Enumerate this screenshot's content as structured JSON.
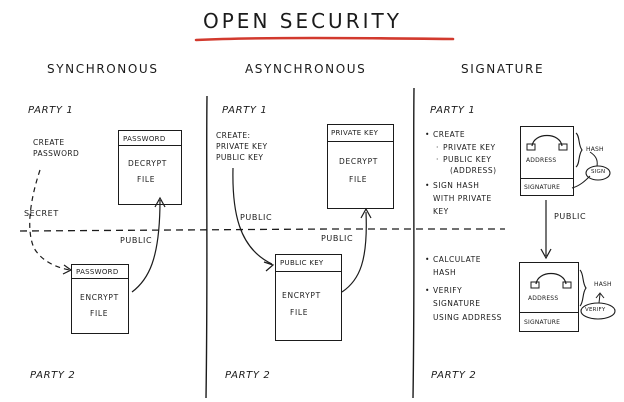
{
  "title": "OPEN SECURITY",
  "columns": {
    "synchronous": {
      "heading": "SYNCHRONOUS",
      "party1": "PARTY 1",
      "party2": "PARTY 2",
      "note_create": [
        "CREATE",
        "PASSWORD"
      ],
      "secret_label": "SECRET",
      "public_label": "PUBLIC",
      "decrypt_box": {
        "header": "PASSWORD",
        "line1": "DECRYPT",
        "line2": "FILE"
      },
      "encrypt_box": {
        "header": "PASSWORD",
        "line1": "ENCRYPT",
        "line2": "FILE"
      }
    },
    "asynchronous": {
      "heading": "ASYNCHRONOUS",
      "party1": "PARTY 1",
      "party2": "PARTY 2",
      "note_create": [
        "CREATE:",
        "PRIVATE KEY",
        "PUBLIC KEY"
      ],
      "public_label_left": "PUBLIC",
      "public_label_right": "PUBLIC",
      "decrypt_box": {
        "header": "PRIVATE KEY",
        "line1": "DECRYPT",
        "line2": "FILE"
      },
      "encrypt_box": {
        "header": "PUBLIC KEY",
        "line1": "ENCRYPT",
        "line2": "FILE"
      }
    },
    "signature": {
      "heading": "SIGNATURE",
      "party1": "PARTY 1",
      "party2": "PARTY 2",
      "bullets_top": [
        {
          "mark": "•",
          "text": "CREATE"
        },
        {
          "mark": "·",
          "text": "PRIVATE KEY"
        },
        {
          "mark": "·",
          "text": "PUBLIC KEY"
        },
        {
          "mark": "",
          "text": "(ADDRESS)"
        },
        {
          "mark": "•",
          "text": "SIGN HASH"
        },
        {
          "mark": "",
          "text": "WITH PRIVATE"
        },
        {
          "mark": "",
          "text": "KEY"
        }
      ],
      "bullets_bottom": [
        {
          "mark": "•",
          "text": "CALCULATE"
        },
        {
          "mark": "",
          "text": "HASH"
        },
        {
          "mark": "•",
          "text": "VERIFY"
        },
        {
          "mark": "",
          "text": "SIGNATURE"
        },
        {
          "mark": "",
          "text": "USING ADDRESS"
        }
      ],
      "public_label": "PUBLIC",
      "top_doc": {
        "address": "ADDRESS",
        "signature": "SIGNATURE",
        "hash": "HASH",
        "action": "SIGN"
      },
      "bottom_doc": {
        "address": "ADDRESS",
        "signature": "SIGNATURE",
        "hash": "HASH",
        "action": "VERIFY"
      }
    }
  },
  "colors": {
    "ink": "#1b1b1b",
    "accent": "#d23a2e"
  }
}
